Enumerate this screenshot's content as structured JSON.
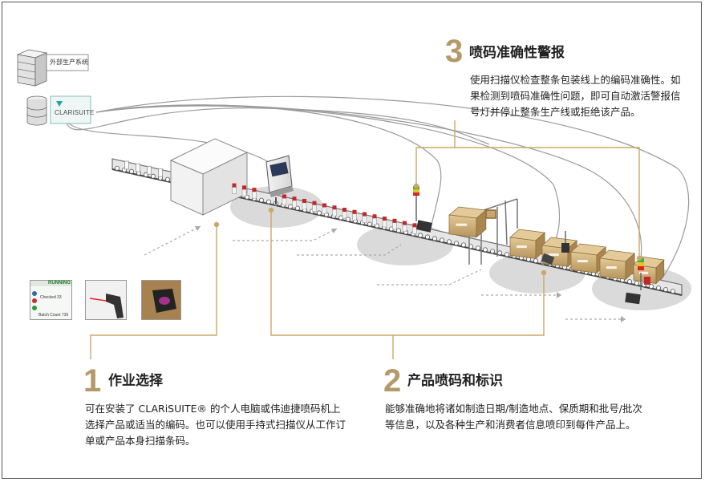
{
  "colors": {
    "accent": "#b49a6a",
    "guide_line": "#c9a86a",
    "conveyor": "#555555",
    "floor_disc": "#d8d8d8",
    "bottle_cap": "#c0282a",
    "box": "#c9a877"
  },
  "system": {
    "server_label": "外部生产系统",
    "software_logo": "CLARiSUITE"
  },
  "steps": [
    {
      "number": "1",
      "title": "作业选择",
      "description": "可在安装了 CLARiSUITE® 的个人电脑或伟迪捷喷码机上选择产品或适当的编码。也可以使用手持式扫描仪从工作订单或产品本身扫描条码。"
    },
    {
      "number": "2",
      "title": "产品喷码和标识",
      "description": "能够准确地将诸如制造日期/制造地点、保质期和批号/批次等信息，以及各种生产和消费者信息喷印到每件产品上。"
    },
    {
      "number": "3",
      "title": "喷码准确性警报",
      "description": "使用扫描仪检查整条包装线上的编码准确性。如果检测到喷码准确性问题，即可自动激活警报信号灯并停止整条生产线或拒绝该产品。"
    }
  ],
  "thumbnail": {
    "status": "RUNNING",
    "checked": "Checked 33",
    "batch": "Batch Count 736"
  },
  "icons": [
    "server-icon",
    "database-icon",
    "printer-icon",
    "scanner-icon",
    "alarm-light-icon",
    "handheld-scanner-icon",
    "touchscreen-icon"
  ]
}
